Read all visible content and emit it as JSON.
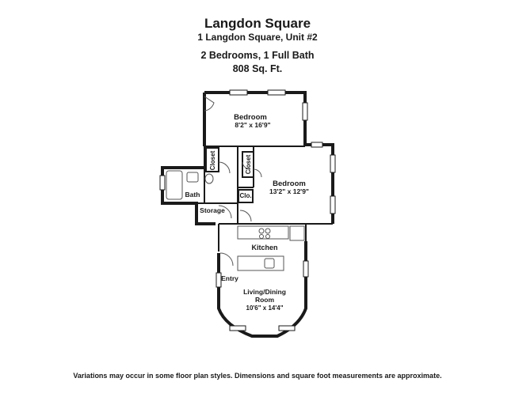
{
  "header": {
    "title": "Langdon Square",
    "address": "1 Langdon Square, Unit #2",
    "rooms_summary": "2 Bedrooms, 1 Full Bath",
    "area": "808 Sq. Ft."
  },
  "rooms": {
    "bedroom1": {
      "name": "Bedroom",
      "dims": "8'2\" x 16'9\""
    },
    "bedroom2": {
      "name": "Bedroom",
      "dims": "13'2\" x 12'9\""
    },
    "closet1": "Closet",
    "closet2": "Closet",
    "bath": "Bath",
    "clo": "Clo.",
    "storage": "Storage",
    "kitchen": "Kitchen",
    "entry": "Entry",
    "living": {
      "line1": "Living/Dining",
      "line2": "Room",
      "dims": "10'6\" x 14'4\""
    }
  },
  "footer": {
    "disclaimer": "Variations may occur in some floor plan styles. Dimensions and square foot measurements are approximate."
  }
}
